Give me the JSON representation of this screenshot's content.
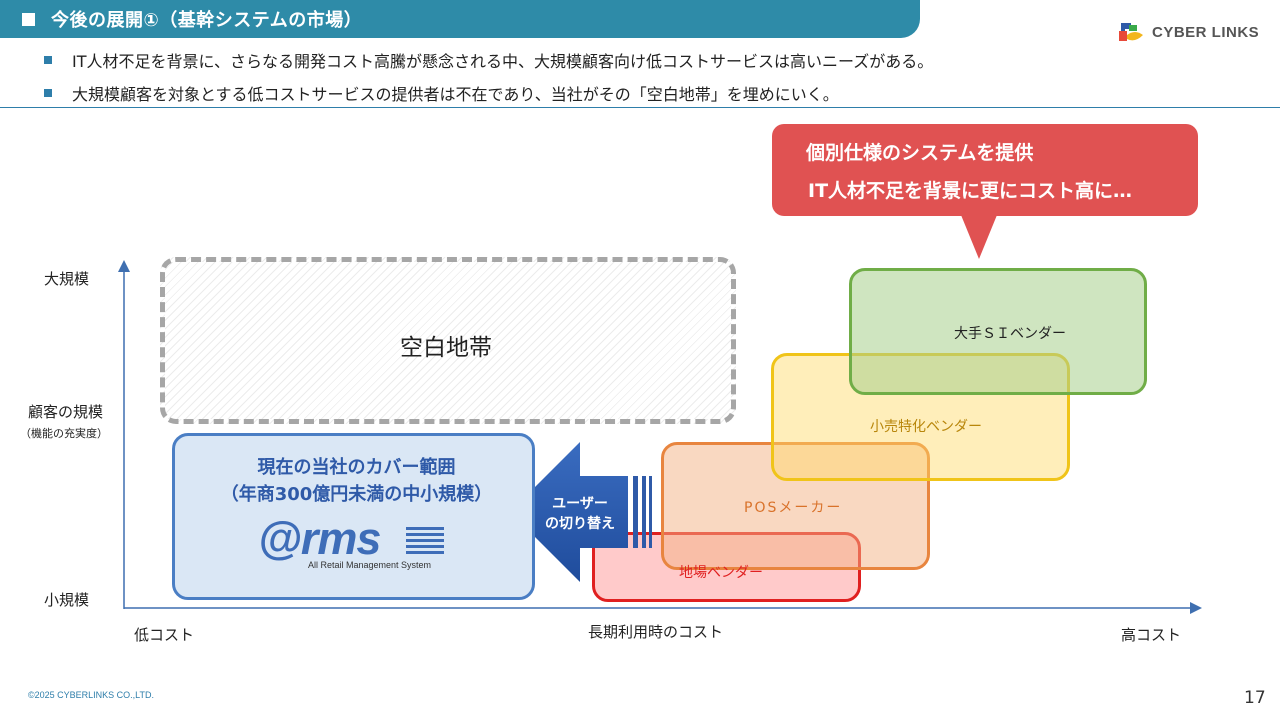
{
  "header": {
    "title": "今後の展開①（基幹システムの市場）",
    "logo_text": "CYBER LINKS"
  },
  "bullets": [
    "IT人材不足を背景に、さらなる開発コスト高騰が懸念される中、大規模顧客向け低コストサービスは高いニーズがある。",
    "大規模顧客を対象とする低コストサービスの提供者は不在であり、当社がその「空白地帯」を埋めにいく。"
  ],
  "callout": {
    "line1": "個別仕様のシステムを提供",
    "line2": "IT人材不足を背景に更にコスト高に…"
  },
  "chart": {
    "y_top": "大規模",
    "y_mid": "顧客の規模",
    "y_mid_sub": "（機能の充実度）",
    "y_bottom": "小規模",
    "x_left": "低コスト",
    "x_mid": "長期利用時のコスト",
    "x_right": "高コスト",
    "empty_zone_label": "空白地帯",
    "vendors": {
      "si": "大手ＳＩベンダー",
      "retail": "小売特化ベンダー",
      "pos": "POSメーカー",
      "local": "地場ベンダー"
    },
    "arms": {
      "heading_line1": "現在の当社のカバー範囲",
      "heading_line2": "（年商300億円未満の中小規模）",
      "logo": "@rms",
      "logo_sub": "All Retail Management System"
    },
    "switch_line1": "ユーザー",
    "switch_line2": "の切り替え"
  },
  "colors": {
    "brand_teal": "#2e8ba8",
    "callout_red": "#e05252",
    "arms_blue": "#4a7ec4",
    "si_green": "#70ad47",
    "retail_yellow": "#f0c419",
    "pos_orange": "#e8853f",
    "local_red": "#e02020"
  },
  "footer": {
    "copyright": "©2025 CYBERLINKS CO.,LTD.",
    "page_number": "17"
  }
}
